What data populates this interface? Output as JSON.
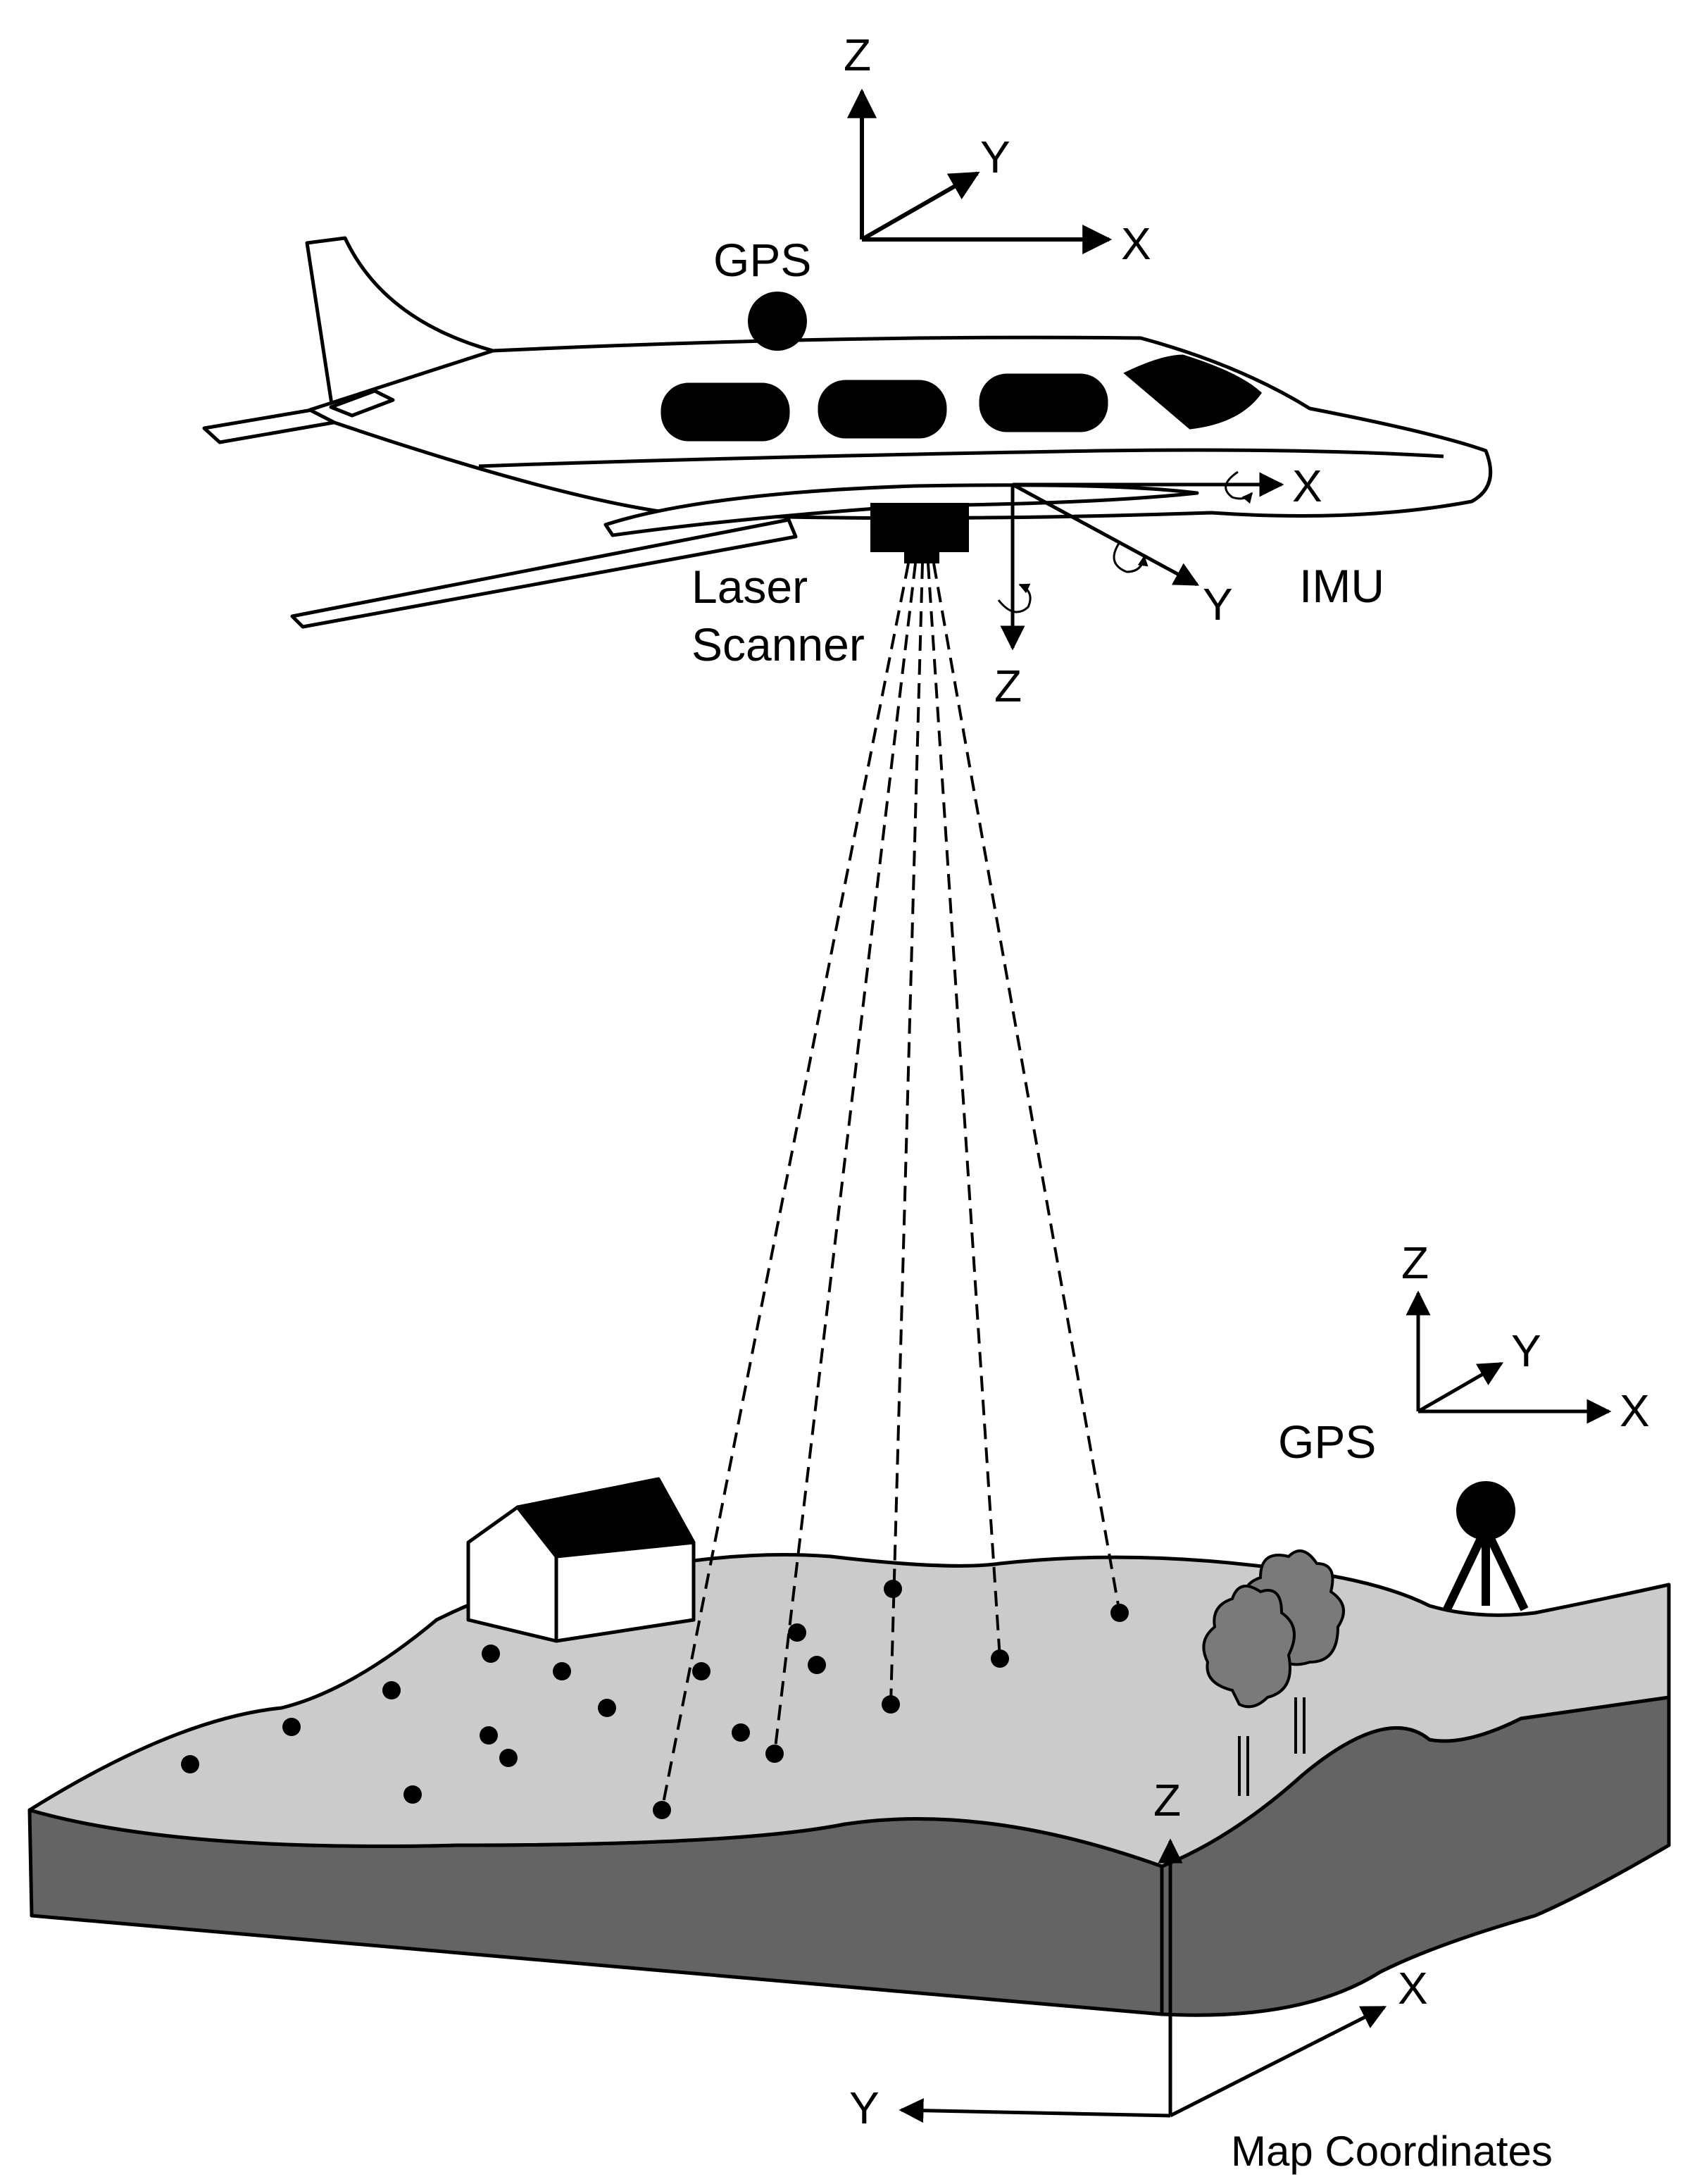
{
  "diagram": {
    "aircraft_frame": {
      "z": "Z",
      "y": "Y",
      "x": "X"
    },
    "aircraft_gps_label": "GPS",
    "laser_scanner_label": "Laser\nScanner",
    "imu": {
      "label": "IMU",
      "x": "X",
      "y": "Y",
      "z": "Z"
    },
    "ground_frame": {
      "z": "Z",
      "y": "Y",
      "x": "X"
    },
    "ground_gps_label": "GPS",
    "map_frame": {
      "z": "Z",
      "x": "X",
      "y": "Y",
      "caption": "Map Coordinates"
    }
  },
  "colors": {
    "terrain_top": "#cbcbcb",
    "terrain_side": "#646464",
    "tree_fill": "#7a7a7a",
    "ink": "#000000",
    "paper": "#ffffff"
  }
}
